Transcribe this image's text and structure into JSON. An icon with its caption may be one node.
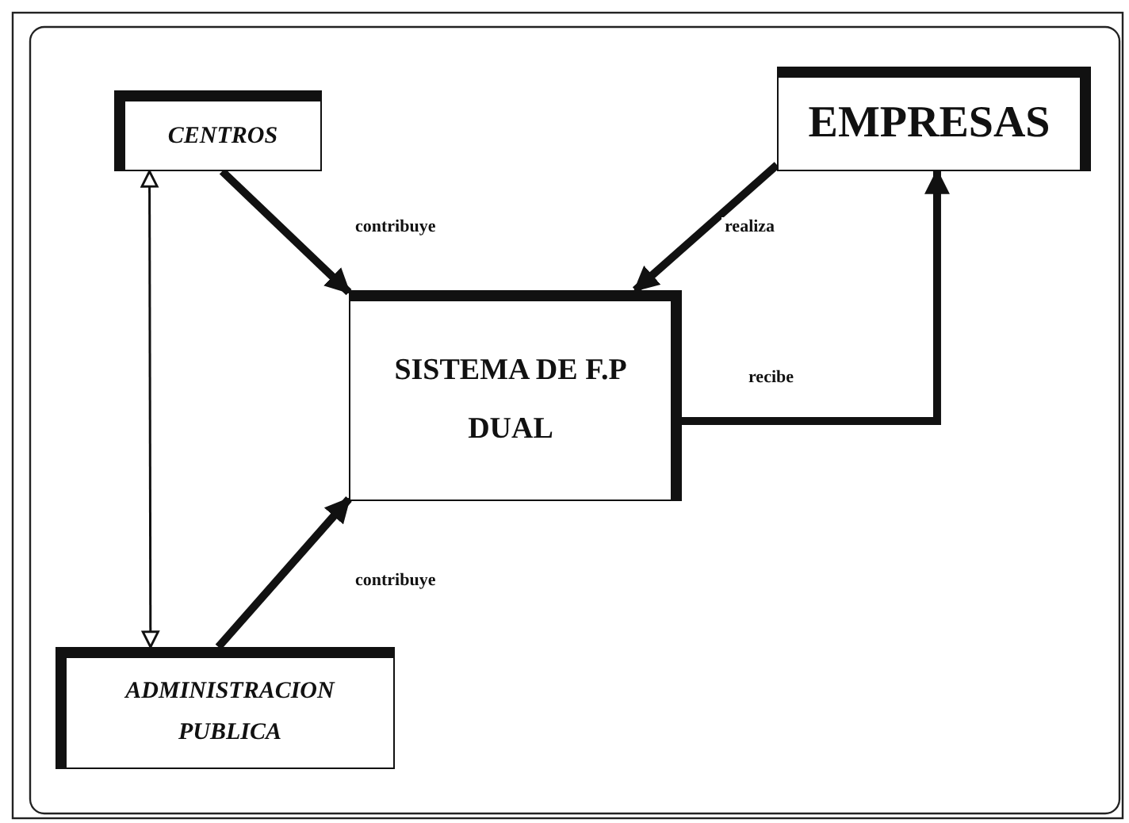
{
  "diagram": {
    "nodes": [
      {
        "text": [
          "CENTROS"
        ]
      },
      {
        "text": [
          "EMPRESAS"
        ]
      },
      {
        "text": [
          "SISTEMA DE F.P DUAL"
        ]
      },
      {
        "text": [
          "ADMINISTRACION PUBLICA"
        ]
      }
    ],
    "edges": [
      {
        "from": 0,
        "to": 2,
        "arrow": "to",
        "label": "contribuye"
      },
      {
        "from": 1,
        "to": 2,
        "arrow": "to",
        "label": "realiza"
      },
      {
        "from": 2,
        "to": 1,
        "arrow": "to",
        "label": "recibe"
      },
      {
        "from": 0,
        "to": 3,
        "arrow": "both"
      },
      {
        "from": 3,
        "to": 2,
        "arrow": "to",
        "label": "contribuye"
      }
    ]
  }
}
